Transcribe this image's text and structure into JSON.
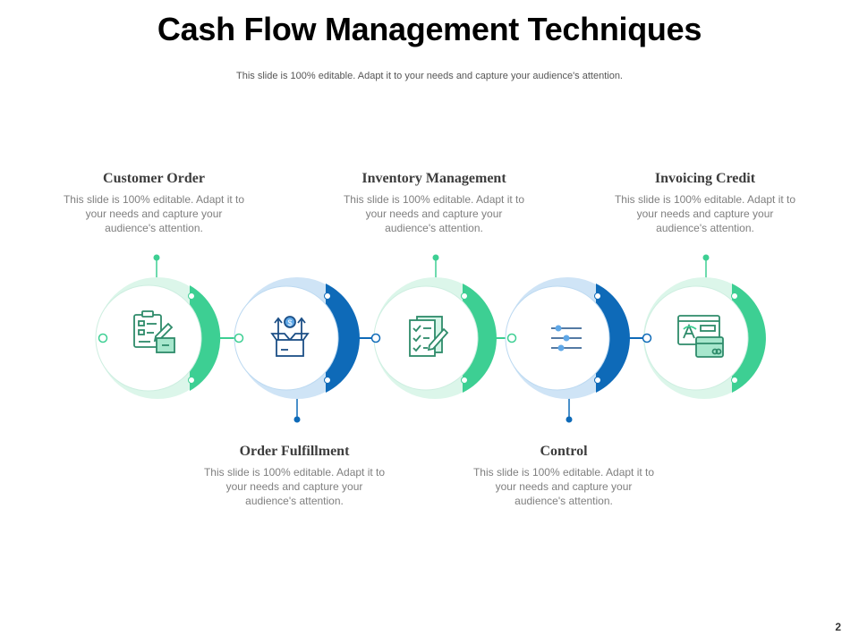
{
  "header": {
    "title": "Cash Flow Management Techniques",
    "subtitle": "This slide is 100% editable. Adapt it to your needs and capture your audience's attention."
  },
  "steps": [
    {
      "title": "Customer Order",
      "desc": "This slide is 100% editable. Adapt it to your needs and capture your audience's attention.",
      "icon": "clipboard-checklist-icon",
      "color": "#3dcf93"
    },
    {
      "title": "Order Fulfillment",
      "desc": "This slide is 100% editable. Adapt it to your needs and capture your audience's attention.",
      "icon": "dollar-box-icon",
      "color": "#0e6ab8"
    },
    {
      "title": "Inventory Management",
      "desc": "This slide is 100% editable. Adapt it to your needs and capture your audience's attention.",
      "icon": "inventory-checklist-icon",
      "color": "#3dcf93"
    },
    {
      "title": "Control",
      "desc": "This slide is 100% editable. Adapt it to your needs and capture your audience's attention.",
      "icon": "sliders-icon",
      "color": "#0e6ab8"
    },
    {
      "title": "Invoicing Credit",
      "desc": "This slide is 100% editable. Adapt it to your needs and capture your audience's attention.",
      "icon": "invoice-card-icon",
      "color": "#3dcf93"
    }
  ],
  "colors": {
    "green": "#3dcf93",
    "green_light": "#d6f5e8",
    "blue": "#0e6ab8",
    "blue_light": "#cfe4f6"
  },
  "footer": {
    "page_number": "2"
  }
}
